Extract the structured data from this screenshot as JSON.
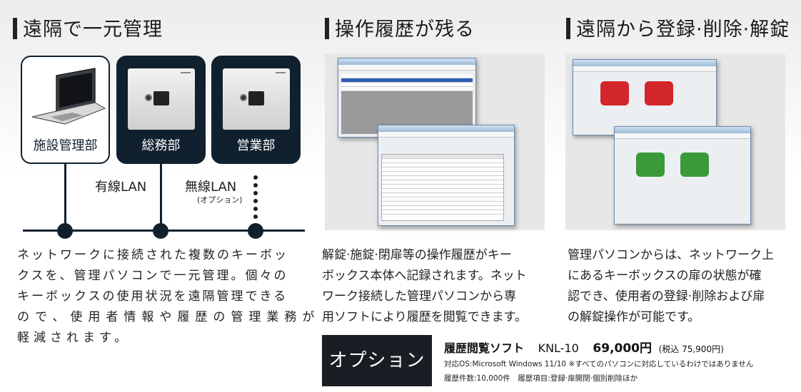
{
  "sections": [
    {
      "heading": "遠隔で一元管理"
    },
    {
      "heading": "操作履歴が残る"
    },
    {
      "heading": "遠隔から登録·削除·解錠"
    }
  ],
  "network": {
    "departments": [
      "施設管理部",
      "総務部",
      "営業部"
    ],
    "wired_label": "有線LAN",
    "wireless_label": "無線LAN",
    "wireless_note": "(オプション)"
  },
  "descriptions": {
    "col1": [
      "ネットワークに接続された複数のキーボッ",
      "クスを、管理パソコンで一元管理。個々の",
      "キーボックスの使用状況を遠隔管理できる",
      "ので、使用者情報や履歴の管理業務が",
      "軽減されます。"
    ],
    "col2": [
      "解錠·施錠·閉扉等の操作履歴がキー",
      "ボックス本体へ記録されます。ネット",
      "ワーク接続した管理パソコンから専",
      "用ソフトにより履歴を閲覧できます。"
    ],
    "col3": [
      "管理パソコンからは、ネットワーク上",
      "にあるキーボックスの扉の状態が確",
      "認でき、使用者の登録·削除および扉",
      "の解錠操作が可能です。"
    ]
  },
  "option": {
    "label": "オプション",
    "product": "履歴閲覧ソフト",
    "model": "KNL-10",
    "price": "69,000円",
    "tax": "(税込 75,900円)",
    "spec1": "対応OS:Microsoft Windows 11/10 ※すべてのパソコンに対応しているわけではありません",
    "spec2": "履歴件数:10,000件　履歴項目:登録·扉開閉·個別削除ほか"
  },
  "colors": {
    "navy": "#11202e",
    "option_bg": "#1b1d24",
    "unlock_red": "#d3262b",
    "lock_green": "#3a9a3a"
  }
}
